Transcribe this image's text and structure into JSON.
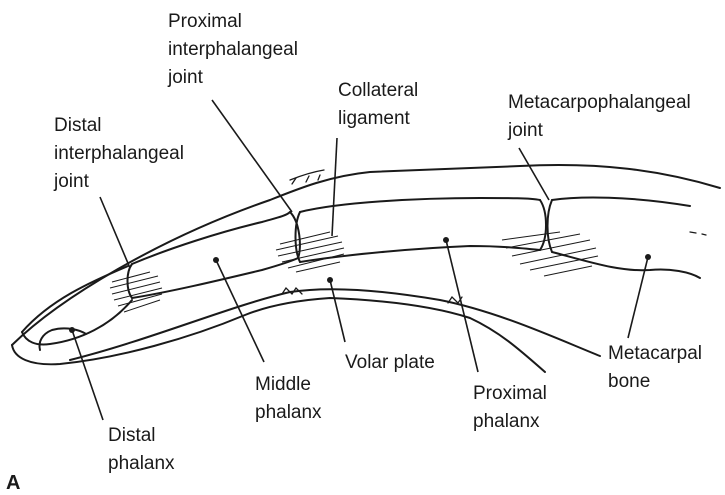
{
  "panel_label": "A",
  "labels": {
    "pip_joint": [
      "Proximal",
      "interphalangeal",
      "joint"
    ],
    "collateral_ligament": [
      "Collateral",
      "ligament"
    ],
    "mcp_joint": [
      "Metacarpophalangeal",
      "joint"
    ],
    "dip_joint": [
      "Distal",
      "interphalangeal",
      "joint"
    ],
    "middle_phalanx": [
      "Middle",
      "phalanx"
    ],
    "volar_plate": [
      "Volar plate"
    ],
    "proximal_phalanx": [
      "Proximal",
      "phalanx"
    ],
    "metacarpal_bone": [
      "Metacarpal",
      "bone"
    ],
    "distal_phalanx": [
      "Distal",
      "phalanx"
    ]
  }
}
